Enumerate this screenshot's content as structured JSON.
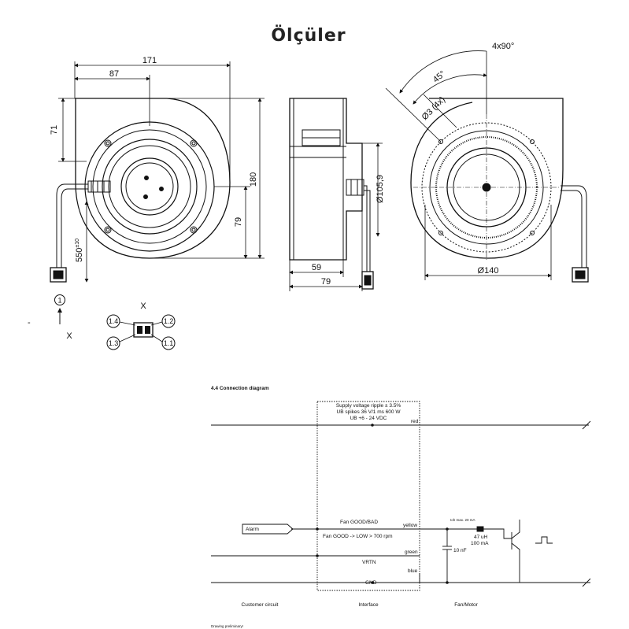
{
  "title": "Ölçüler",
  "front_view": {
    "dim_width": "171",
    "dim_half": "87",
    "dim_top": "71",
    "dim_height": "180",
    "dim_center": "79",
    "dim_cable": "550",
    "dim_cable_tol": "±10"
  },
  "side_view": {
    "dim_diameter_hub": "Ø105,9",
    "dim_depth_inner": "59",
    "dim_depth_outer": "79"
  },
  "back_view": {
    "dim_angle_total": "4x90°",
    "dim_angle": "45°",
    "dim_holes": "Ø3 (4x)",
    "dim_diameter": "Ø140"
  },
  "view_marker": {
    "number": "1",
    "arrow_label": "X",
    "connector_label": "X",
    "dash": "-"
  },
  "connector_pins": [
    "1.4",
    "1.2",
    "1.3",
    "1.1"
  ],
  "connection_diagram": {
    "heading": "4.4 Connection diagram",
    "supply_line1": "Supply voltage ripple ± 3.5%",
    "supply_line2": "UB spikes 36 V/1 ms 600 W",
    "supply_line3": "UB +6 - 24 VDC",
    "wire_red": "red",
    "alarm": "Alarm",
    "fan_good_bad": "Fan GOOD/BAD",
    "fan_good_low": "Fan GOOD -> LOW  > 700 rpm",
    "wire_yellow": "yellow",
    "wire_green": "green",
    "vrtn": "VRTN",
    "wire_blue": "blue",
    "gnd": "- GND",
    "max_current": "Ioh max. 20 mA",
    "inductor": "47 uH",
    "inductor_current": "100 mA",
    "capacitor": "10 nF",
    "col_customer": "Customer circuit",
    "col_interface": "Interface",
    "col_motor": "Fan/Motor",
    "footnote": "Drawing preliminary!"
  }
}
